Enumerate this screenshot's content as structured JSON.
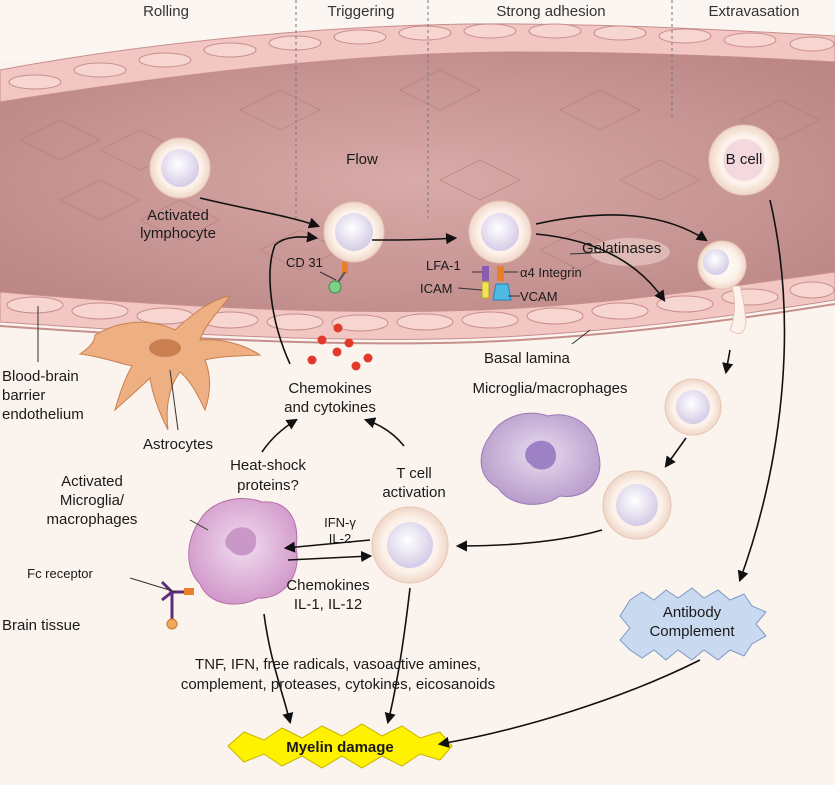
{
  "stages": {
    "rolling": "Rolling",
    "triggering": "Triggering",
    "strong_adhesion": "Strong adhesion",
    "extravasation": "Extravasation"
  },
  "labels": {
    "flow": "Flow",
    "b_cell": "B cell",
    "activated_lymphocyte_1": "Activated",
    "activated_lymphocyte_2": "lymphocyte",
    "cd31": "CD 31",
    "lfa1": "LFA-1",
    "a4_integrin": "α4 Integrin",
    "icam": "ICAM",
    "vcam": "VCAM",
    "gelatinases": "Gelatinases",
    "basal_lamina": "Basal lamina",
    "bbb_1": "Blood-brain",
    "bbb_2": "barrier",
    "bbb_3": "endothelium",
    "astrocytes": "Astrocytes",
    "chemokines_cytokines_1": "Chemokines",
    "chemokines_cytokines_2": "and cytokines",
    "microglia_macrophages": "Microglia/macrophages",
    "heat_shock_1": "Heat-shock",
    "heat_shock_2": "proteins?",
    "t_cell_activation_1": "T cell",
    "t_cell_activation_2": "activation",
    "activated_microglia_1": "Activated",
    "activated_microglia_2": "Microglia/",
    "activated_microglia_3": "macrophages",
    "ifn_gamma": "IFN-γ",
    "il2": "IL-2",
    "chemokines": "Chemokines",
    "il1_il12": "IL-1, IL-12",
    "fc_receptor": "Fc receptor",
    "brain_tissue": "Brain tissue",
    "antibody": "Antibody",
    "complement": "Complement",
    "mediators_1": "TNF, IFN, free radicals, vasoactive amines,",
    "mediators_2": "complement, proteases, cytokines, eicosanoids",
    "myelin_damage": "Myelin damage"
  },
  "colors": {
    "vessel_lumen": "#c99a9a",
    "endothelium": "#f4c9c4",
    "tissue": "#fbf4ee",
    "lymphocyte_nucleus": "#d9d4ea",
    "microglia": "#c9aad6",
    "astrocyte": "#e9a97c",
    "myelin_badge": "#fff200",
    "antibody_badge": "#c9d9ef"
  }
}
